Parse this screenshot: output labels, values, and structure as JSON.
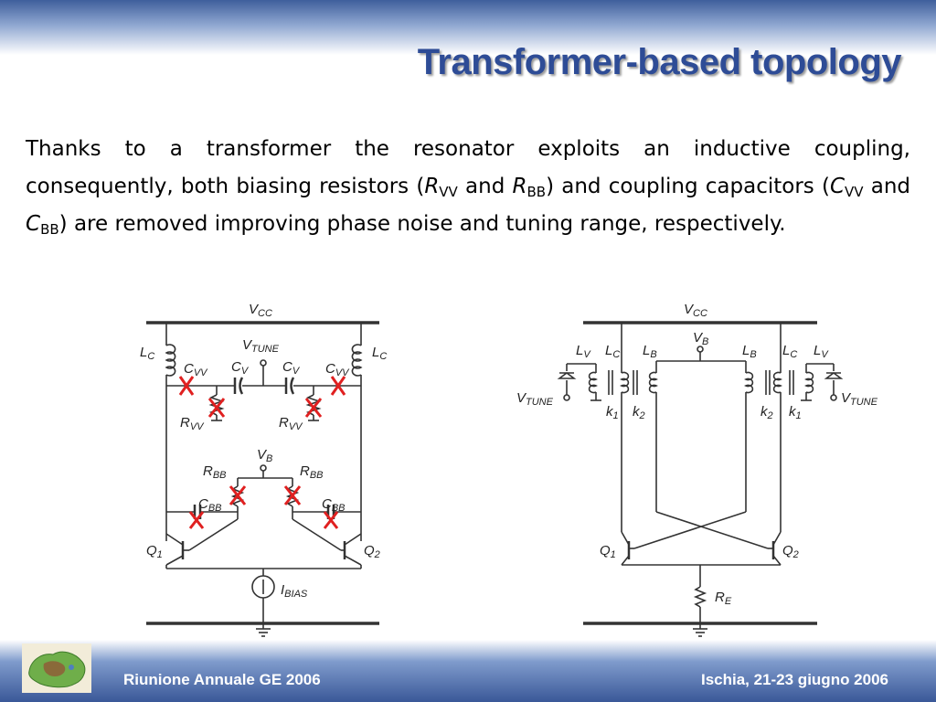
{
  "slide": {
    "title": "Transformer-based topology",
    "body": {
      "p1": "Thanks to a transformer the resonator exploits an inductive coupling, consequently, both biasing resistors (",
      "rvv_sym": "R",
      "rvv_sub": "VV",
      "and1": " and ",
      "rbb_sym": "R",
      "rbb_sub": "BB",
      "p2": ") and coupling capacitors (",
      "cvv_sym": "C",
      "cvv_sub": "VV",
      "and2": " and ",
      "cbb_sym": "C",
      "cbb_sub": "BB",
      "p3": ") are removed improving phase noise and tuning range, respectively."
    }
  },
  "left_circuit": {
    "vcc": {
      "sym": "V",
      "sub": "CC"
    },
    "vtune": {
      "sym": "V",
      "sub": "TUNE"
    },
    "lc_left": {
      "sym": "L",
      "sub": "C"
    },
    "lc_right": {
      "sym": "L",
      "sub": "C"
    },
    "cvv_left": {
      "sym": "C",
      "sub": "VV"
    },
    "cvv_right": {
      "sym": "C",
      "sub": "VV"
    },
    "cv_left": {
      "sym": "C",
      "sub": "V"
    },
    "cv_right": {
      "sym": "C",
      "sub": "V"
    },
    "rvv_left": {
      "sym": "R",
      "sub": "VV"
    },
    "rvv_right": {
      "sym": "R",
      "sub": "VV"
    },
    "vb": {
      "sym": "V",
      "sub": "B"
    },
    "rbb_left": {
      "sym": "R",
      "sub": "BB"
    },
    "rbb_right": {
      "sym": "R",
      "sub": "BB"
    },
    "cbb_left": {
      "sym": "C",
      "sub": "BB"
    },
    "cbb_right": {
      "sym": "C",
      "sub": "BB"
    },
    "q1": {
      "sym": "Q",
      "sub": "1"
    },
    "q2": {
      "sym": "Q",
      "sub": "2"
    },
    "ibias": {
      "sym": "I",
      "sub": "BIAS"
    }
  },
  "right_circuit": {
    "vcc": {
      "sym": "V",
      "sub": "CC"
    },
    "vb": {
      "sym": "V",
      "sub": "B"
    },
    "lv_left": {
      "sym": "L",
      "sub": "V"
    },
    "lc_left": {
      "sym": "L",
      "sub": "C"
    },
    "lb_left": {
      "sym": "L",
      "sub": "B"
    },
    "lb_right": {
      "sym": "L",
      "sub": "B"
    },
    "lc_right": {
      "sym": "L",
      "sub": "C"
    },
    "lv_right": {
      "sym": "L",
      "sub": "V"
    },
    "vtune_left": {
      "sym": "V",
      "sub": "TUNE"
    },
    "vtune_right": {
      "sym": "V",
      "sub": "TUNE"
    },
    "k1_left": {
      "sym": "k",
      "sub": "1"
    },
    "k2_left": {
      "sym": "k",
      "sub": "2"
    },
    "k2_right": {
      "sym": "k",
      "sub": "2"
    },
    "k1_right": {
      "sym": "k",
      "sub": "1"
    },
    "q1": {
      "sym": "Q",
      "sub": "1"
    },
    "q2": {
      "sym": "Q",
      "sub": "2"
    },
    "re": {
      "sym": "R",
      "sub": "E"
    }
  },
  "footer": {
    "left": "Riunione Annuale GE 2006",
    "right": "Ischia, 21-23 giugno 2006"
  },
  "colors": {
    "title": "#2e4c96",
    "band": "#3a5898",
    "removed_mark": "#e02020"
  }
}
